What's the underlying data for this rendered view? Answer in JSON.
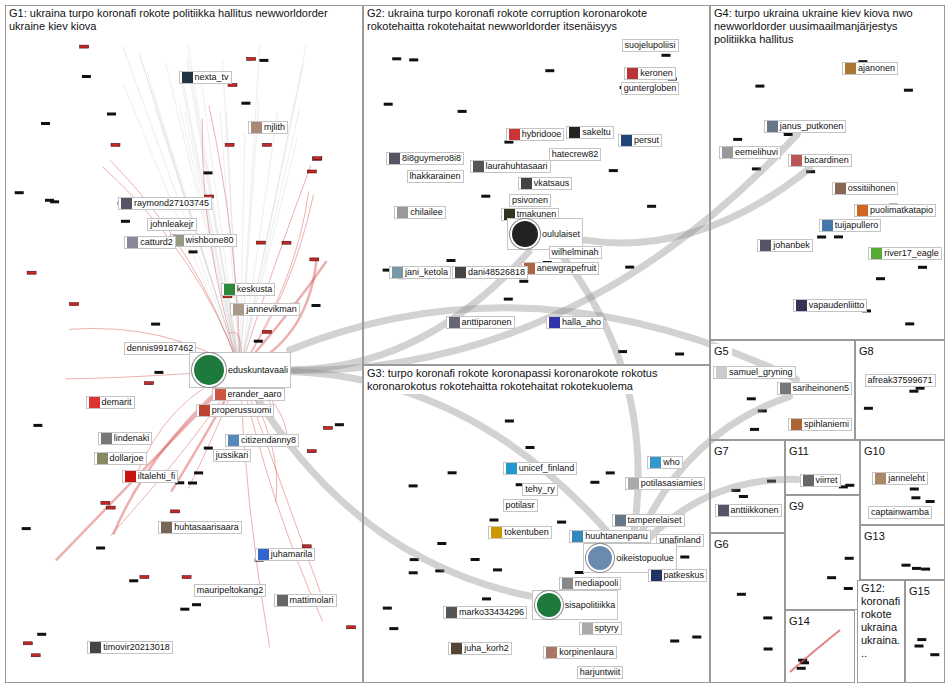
{
  "diagram": {
    "nodes": [
      {
        "text": [
          "G1: ukraina turpo koronafi rokote politiikka hallitus newworldorder ukraine kiev kiova"
        ]
      },
      {
        "text": [
          "nexta_tv"
        ],
        "in": 0
      },
      {
        "text": [
          "mjlith"
        ],
        "in": 0
      },
      {
        "text": [
          "raymond27103745"
        ],
        "in": 0
      },
      {
        "text": [
          "johnleakejr"
        ],
        "in": 0
      },
      {
        "text": [
          "wishbone80"
        ],
        "in": 0
      },
      {
        "text": [
          "catturd2"
        ],
        "in": 0
      },
      {
        "text": [
          "keskusta"
        ],
        "in": 0
      },
      {
        "text": [
          "jannevikman"
        ],
        "in": 0
      },
      {
        "text": [
          "dennis99187462"
        ],
        "in": 0
      },
      {
        "text": [
          "eduskuntavaali"
        ],
        "in": 0
      },
      {
        "text": [
          "erander_aaro"
        ],
        "in": 0
      },
      {
        "text": [
          "properussuomi"
        ],
        "in": 0
      },
      {
        "text": [
          "demarit"
        ],
        "in": 0
      },
      {
        "text": [
          "lindenaki"
        ],
        "in": 0
      },
      {
        "text": [
          "dollarjoe"
        ],
        "in": 0
      },
      {
        "text": [
          "iltalehti_fi"
        ],
        "in": 0
      },
      {
        "text": [
          "citizendanny8"
        ],
        "in": 0
      },
      {
        "text": [
          "jussikari"
        ],
        "in": 0
      },
      {
        "text": [
          "huhtasaarisaara"
        ],
        "in": 0
      },
      {
        "text": [
          "juhamarila"
        ],
        "in": 0
      },
      {
        "text": [
          "mauripeltokang2"
        ],
        "in": 0
      },
      {
        "text": [
          "mattimolari"
        ],
        "in": 0
      },
      {
        "text": [
          "timovir20213018"
        ],
        "in": 0
      },
      {
        "text": [
          "G2: ukraina turpo koronafi rokote corruption koronarokote rokotehaitta rokotehaitat newworldorder itsenäisyys"
        ]
      },
      {
        "text": [
          "suojelupoliisi"
        ],
        "in": 24
      },
      {
        "text": [
          "keronen"
        ],
        "in": 24
      },
      {
        "text": [
          "guntergloben"
        ],
        "in": 24
      },
      {
        "text": [
          "sakeltu"
        ],
        "in": 24
      },
      {
        "text": [
          "persut"
        ],
        "in": 24
      },
      {
        "text": [
          "hybridooe"
        ],
        "in": 24
      },
      {
        "text": [
          "8i8guymero8i8"
        ],
        "in": 24
      },
      {
        "text": [
          "lhakkarainen"
        ],
        "in": 24
      },
      {
        "text": [
          "laurahuhtasaari"
        ],
        "in": 24
      },
      {
        "text": [
          "hatecrew82"
        ],
        "in": 24
      },
      {
        "text": [
          "vkatsaus"
        ],
        "in": 24
      },
      {
        "text": [
          "chilailee"
        ],
        "in": 24
      },
      {
        "text": [
          "psivonen"
        ],
        "in": 24
      },
      {
        "text": [
          "tmakunen"
        ],
        "in": 24
      },
      {
        "text": [
          "oululaiset"
        ],
        "in": 24
      },
      {
        "text": [
          "wilhelminah"
        ],
        "in": 24
      },
      {
        "text": [
          "anewgrapefruit"
        ],
        "in": 24
      },
      {
        "text": [
          "jani_ketola"
        ],
        "in": 24
      },
      {
        "text": [
          "dani48526818"
        ],
        "in": 24
      },
      {
        "text": [
          "anttiparonen"
        ],
        "in": 24
      },
      {
        "text": [
          "halla_aho"
        ],
        "in": 24
      },
      {
        "text": [
          "G4: turpo ukraina ukraine kiev kiova nwo newworldorder uusimaailmanjärjestys politiikka hallitus"
        ]
      },
      {
        "text": [
          "ajanonen"
        ],
        "in": 46
      },
      {
        "text": [
          "janus_putkonen"
        ],
        "in": 46
      },
      {
        "text": [
          "eemelihuvi"
        ],
        "in": 46
      },
      {
        "text": [
          "bacardinen"
        ],
        "in": 46
      },
      {
        "text": [
          "ossitiihonen"
        ],
        "in": 46
      },
      {
        "text": [
          "puolimatkatapio"
        ],
        "in": 46
      },
      {
        "text": [
          "tuijapullero"
        ],
        "in": 46
      },
      {
        "text": [
          "johanbek"
        ],
        "in": 46
      },
      {
        "text": [
          "river17_eagle"
        ],
        "in": 46
      },
      {
        "text": [
          "vapaudenliitto"
        ],
        "in": 46
      },
      {
        "text": [
          "G3: turpo koronafi rokote koronapassi koronarokote rokotus koronarokotus rokotehaitta rokotehaitat rokotekuolema"
        ]
      },
      {
        "text": [
          "unicef_finland"
        ],
        "in": 57
      },
      {
        "text": [
          "who"
        ],
        "in": 57
      },
      {
        "text": [
          "tehy_ry"
        ],
        "in": 57
      },
      {
        "text": [
          "potilasasiamies"
        ],
        "in": 57
      },
      {
        "text": [
          "potilasr"
        ],
        "in": 57
      },
      {
        "text": [
          "tamperelaiset"
        ],
        "in": 57
      },
      {
        "text": [
          "tokentuben"
        ],
        "in": 57
      },
      {
        "text": [
          "huuhtanenpanu"
        ],
        "in": 57
      },
      {
        "text": [
          "unafinland"
        ],
        "in": 57
      },
      {
        "text": [
          "oikeistopuolue"
        ],
        "in": 57
      },
      {
        "text": [
          "mediapooli"
        ],
        "in": 57
      },
      {
        "text": [
          "patkeskus"
        ],
        "in": 57
      },
      {
        "text": [
          "sisapolitiikka"
        ],
        "in": 57
      },
      {
        "text": [
          "marko33434296"
        ],
        "in": 57
      },
      {
        "text": [
          "sptyry"
        ],
        "in": 57
      },
      {
        "text": [
          "juha_korh2"
        ],
        "in": 57
      },
      {
        "text": [
          "korpinenlaura"
        ],
        "in": 57
      },
      {
        "text": [
          "harjuntwiit"
        ],
        "in": 57
      },
      {
        "text": [
          "G5"
        ]
      },
      {
        "text": [
          "samuel_gryning"
        ],
        "in": 76
      },
      {
        "text": [
          "sariheinonen5"
        ],
        "in": 76
      },
      {
        "text": [
          "spihlaniemi"
        ],
        "in": 76
      },
      {
        "text": [
          "G8"
        ]
      },
      {
        "text": [
          "afreak37599671"
        ],
        "in": 80
      },
      {
        "text": [
          "G7"
        ]
      },
      {
        "text": [
          "anttiikkonen"
        ],
        "in": 82
      },
      {
        "text": [
          "G11"
        ]
      },
      {
        "text": [
          "viirret"
        ],
        "in": 84
      },
      {
        "text": [
          "G10"
        ]
      },
      {
        "text": [
          "janneleht"
        ],
        "in": 86
      },
      {
        "text": [
          "captainwamba"
        ],
        "in": 86
      },
      {
        "text": [
          "G9"
        ]
      },
      {
        "text": [
          "G13"
        ]
      },
      {
        "text": [
          "G6"
        ]
      },
      {
        "text": [
          "G12: koronafi rokote ukraina ukraina..."
        ]
      },
      {
        "text": [
          "G15"
        ]
      },
      {
        "text": [
          "G14"
        ]
      }
    ],
    "edges": [
      {
        "from": 10,
        "to": 39,
        "arrow": "none"
      },
      {
        "from": 10,
        "to": 67,
        "arrow": "none"
      },
      {
        "from": 10,
        "to": 48,
        "arrow": "none"
      },
      {
        "from": 10,
        "to": 78,
        "arrow": "none"
      },
      {
        "from": 67,
        "to": 39,
        "arrow": "none"
      },
      {
        "from": 67,
        "to": 78,
        "arrow": "none"
      },
      {
        "from": 39,
        "to": 50,
        "arrow": "none"
      },
      {
        "from": 67,
        "to": 85,
        "arrow": "none"
      },
      {
        "from": 10,
        "to": 70,
        "arrow": "none"
      }
    ]
  }
}
